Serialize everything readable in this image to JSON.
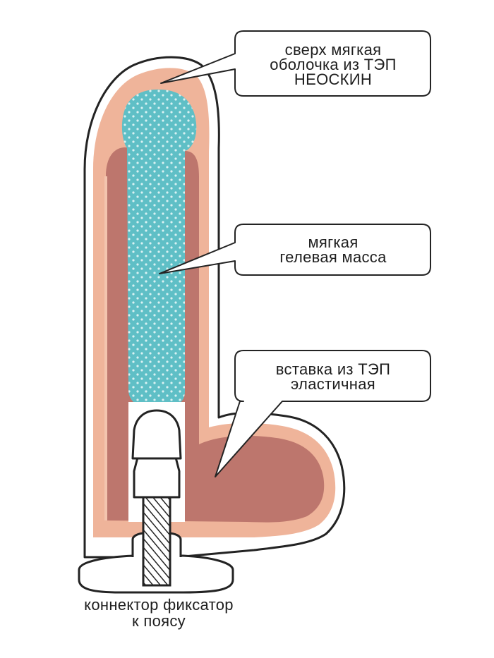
{
  "colors": {
    "outline": "#232323",
    "outer_shell": "#efb49a",
    "inner_insert": "#bd766d",
    "gel": "#5fbfc6",
    "gel_dots": "#d9f1f2",
    "background": "#ffffff"
  },
  "callouts": [
    {
      "id": "outer-shell",
      "lines": [
        "сверх мягкая",
        "оболочка из ТЭП",
        "НЕОСКИН"
      ]
    },
    {
      "id": "gel",
      "lines": [
        "мягкая",
        "гелевая масса"
      ]
    },
    {
      "id": "insert",
      "lines": [
        "вставка из ТЭП",
        "эластичная"
      ]
    }
  ],
  "caption": {
    "lines": [
      "коннектор фиксатор",
      "к поясу"
    ]
  }
}
